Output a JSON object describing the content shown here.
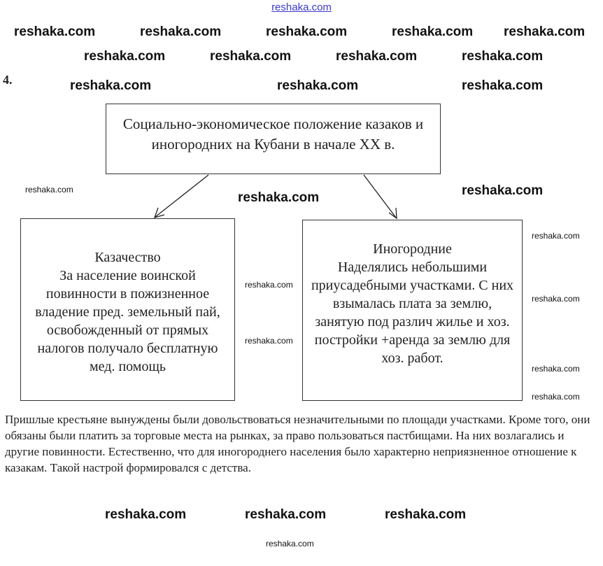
{
  "header_link": "reshaka.com",
  "task_number": "4.",
  "diagram": {
    "title": "Социально-экономическое положение казаков и иногородних на Кубани в начале XX в.",
    "left": {
      "heading": "Казачество",
      "text": "За население воинской повинности в пожизненное владение пред. земельный пай, освобожденный от прямых налогов получало бесплатную мед. помощь"
    },
    "right": {
      "heading": "Иногородние",
      "text": "Наделялись небольшими приусадебными участками. С них взымалась плата за землю, занятую под различ жилье и хоз. постройки +аренда за землю для хоз. работ."
    }
  },
  "paragraph": "Пришлые крестьяне вынуждены были довольствоваться незначительными по площади участками. Кроме того, они обязаны были платить за торговые места на рынках, за право пользоваться пастбищами. На них возлагались и другие повинности. Естественно, что для иногороднего населения было характерно неприязненное отношение к казакам. Такой настрой формировался с детства.",
  "watermark": "reshaka.com"
}
